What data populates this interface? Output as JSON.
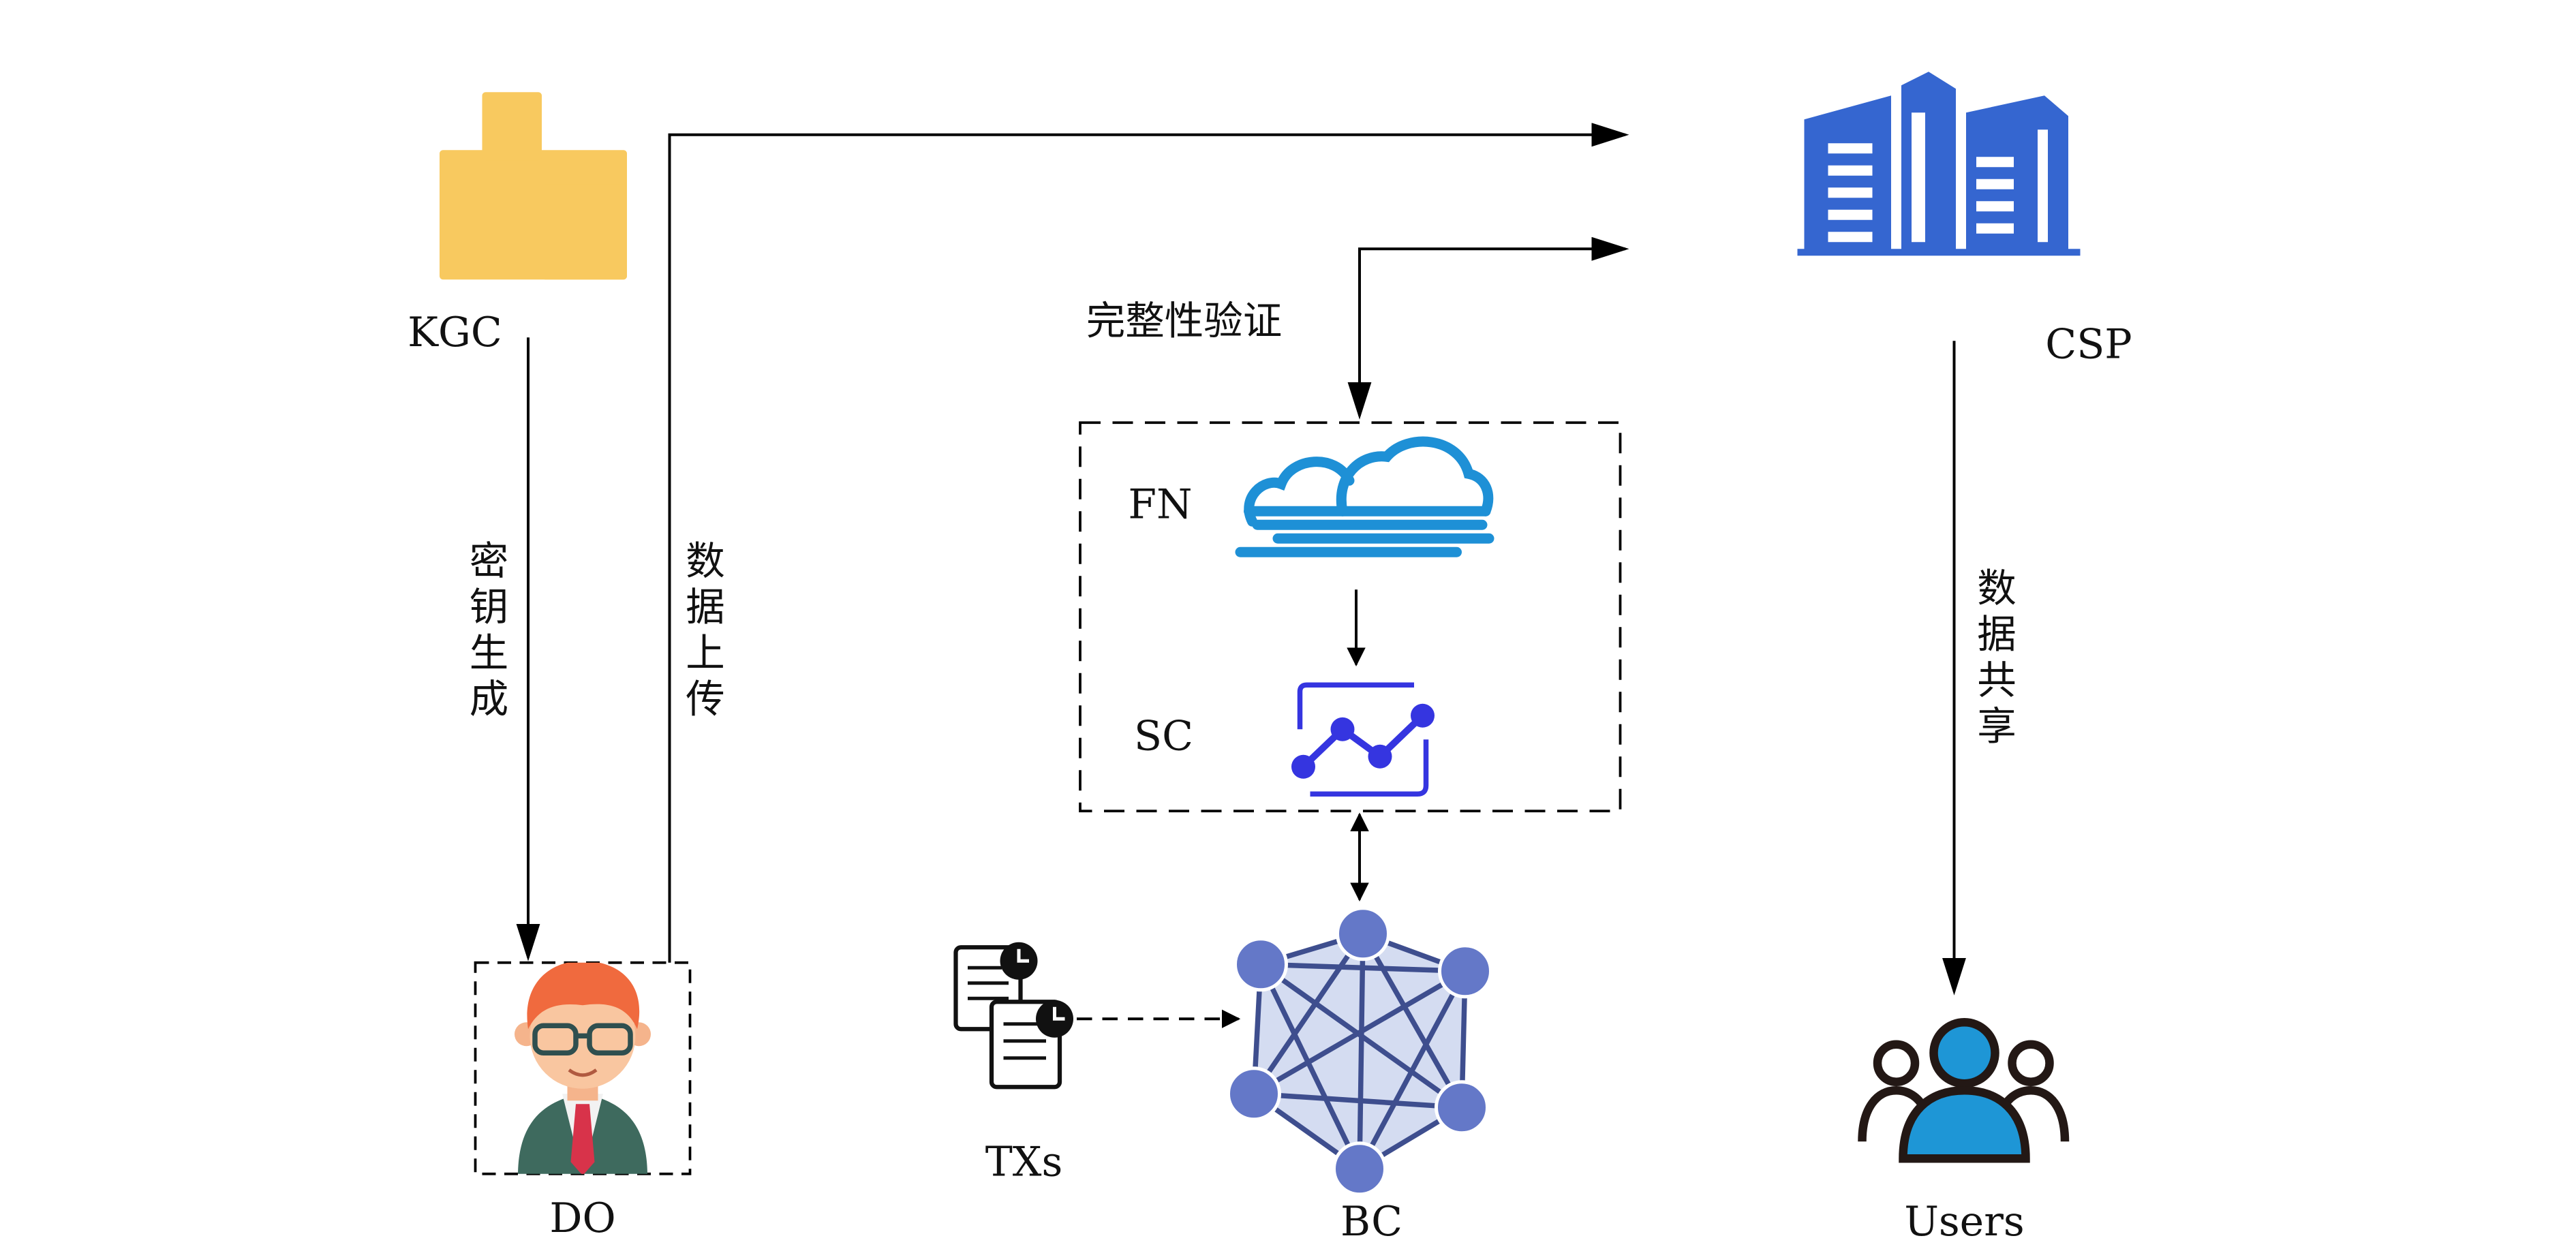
{
  "nodes": {
    "kgc": {
      "label": "KGC",
      "icon": "building-blocks-icon",
      "color": "#F8C95F"
    },
    "csp": {
      "label": "CSP",
      "icon": "office-buildings-icon",
      "color": "#3566D0"
    },
    "do": {
      "label": "DO",
      "icon": "person-avatar-icon"
    },
    "fn": {
      "label": "FN",
      "icon": "cloud-icon",
      "color": "#1E90D6"
    },
    "sc": {
      "label": "SC",
      "icon": "smart-contract-chart-icon",
      "color": "#3535E0"
    },
    "bc": {
      "label": "BC",
      "icon": "blockchain-network-icon",
      "color": "#6478C8"
    },
    "txs": {
      "label": "TXs",
      "icon": "transaction-documents-icon"
    },
    "users": {
      "label": "Users",
      "icon": "users-group-icon",
      "color": "#1E96D6"
    }
  },
  "edges": {
    "key_generation": [
      "密",
      "钥",
      "生",
      "成"
    ],
    "data_upload": [
      "数",
      "据",
      "上",
      "传"
    ],
    "data_sharing": [
      "数",
      "据",
      "共",
      "享"
    ],
    "integrity_verification": "完整性验证"
  }
}
